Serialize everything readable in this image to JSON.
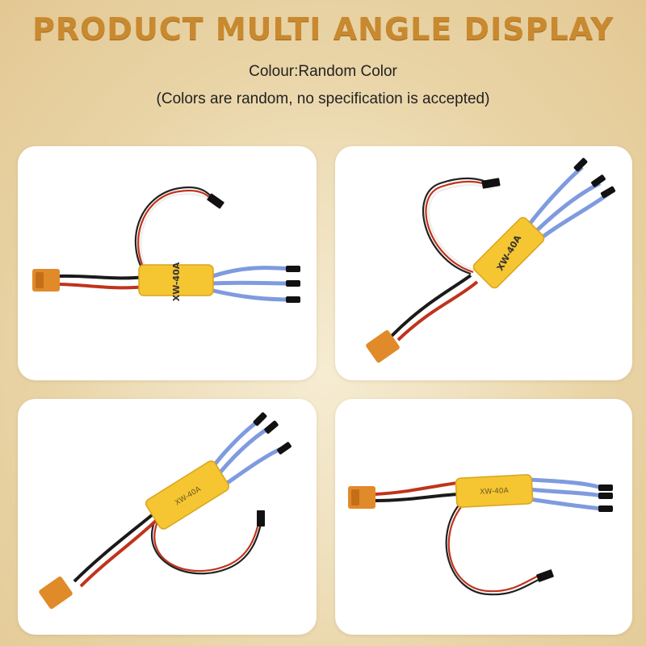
{
  "header": {
    "title": "PRODUCT MULTI ANGLE DISPLAY",
    "colour_line": "Colour:Random Color",
    "note_line": "(Colors are random, no specification is accepted)"
  },
  "colors": {
    "title": "#c8892f",
    "background": "#efe0bd",
    "esc_body": "#f6c532",
    "motor_wire": "#7f9bdf",
    "battery_red": "#c0331c",
    "battery_black": "#1a1a1a",
    "xt60_plug": "#e08a2a"
  },
  "views": [
    {
      "name": "front-view",
      "esc_label": "XW-40A"
    },
    {
      "name": "angled-view",
      "esc_label": "XW-40A"
    },
    {
      "name": "diagonal-view",
      "esc_label": "XW-40A"
    },
    {
      "name": "side-view",
      "esc_label": "XW-40A"
    }
  ]
}
